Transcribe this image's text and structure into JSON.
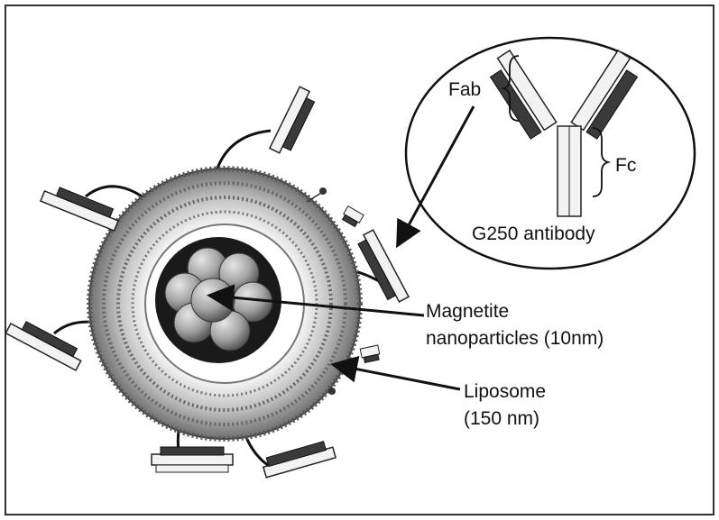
{
  "labels": {
    "fab": "Fab",
    "fc": "Fc",
    "antibody": "G250 antibody",
    "magnetite_line1": "Magnetite",
    "magnetite_line2": "nanoparticles (10nm)",
    "liposome_line1": "Liposome",
    "liposome_line2": "(150 nm)"
  },
  "colors": {
    "frame": "#333333",
    "core": "#1a1a1a",
    "sphere": "#a8a8a8",
    "lipid": "#555555",
    "antibody_dark": "#3a3a3a",
    "antibody_light": "#f2f2f2"
  }
}
